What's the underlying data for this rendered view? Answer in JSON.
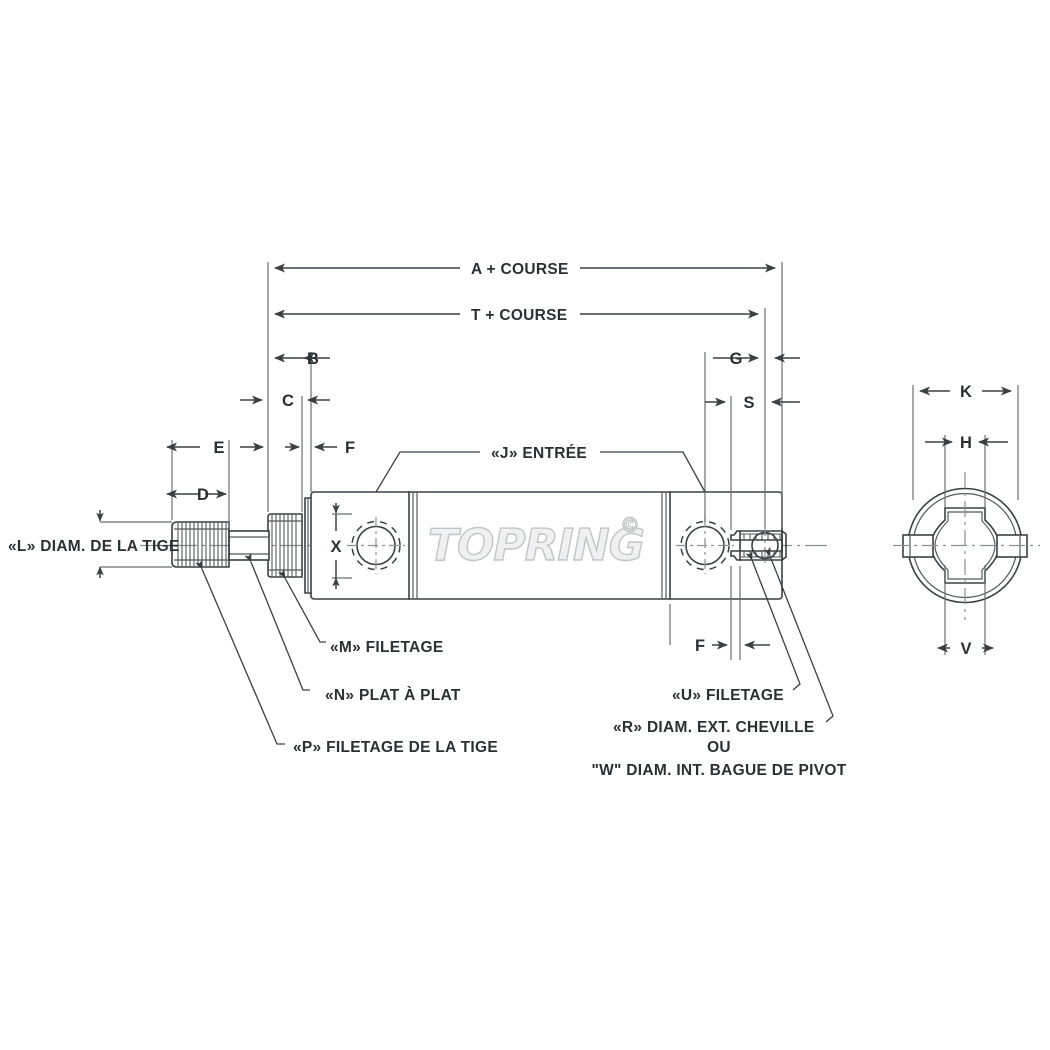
{
  "drawing": {
    "title": "Cylindre pneumatique - schema dimensionnel",
    "watermark": {
      "text": "TOPRING",
      "symbol": "©"
    },
    "colors": {
      "line": "#3b4043",
      "extension": "#6a6e71",
      "center": "#8b9093",
      "watermark_fill": "#f0f0f1",
      "watermark_stroke": "#c2c5c7",
      "background": "#ffffff"
    }
  },
  "dimensions": {
    "overall": [
      {
        "id": "a-course",
        "label": "A + COURSE"
      },
      {
        "id": "t-course",
        "label": "T + COURSE"
      }
    ],
    "left": [
      {
        "id": "b",
        "label": "B"
      },
      {
        "id": "c",
        "label": "C"
      },
      {
        "id": "e",
        "label": "E"
      },
      {
        "id": "f",
        "label": "F"
      },
      {
        "id": "d",
        "label": "D"
      },
      {
        "id": "x",
        "label": "X"
      }
    ],
    "right": [
      {
        "id": "g",
        "label": "G"
      },
      {
        "id": "s",
        "label": "S"
      },
      {
        "id": "f-right",
        "label": "F"
      }
    ],
    "endview": [
      {
        "id": "k",
        "label": "K"
      },
      {
        "id": "h",
        "label": "H"
      },
      {
        "id": "v",
        "label": "V"
      }
    ]
  },
  "callouts": {
    "rod_diameter": "«L» DIAM. DE LA TIGE",
    "inlet": "«J» ENTRÉE",
    "m_thread": "«M» FILETAGE",
    "n_flats": "«N» PLAT À PLAT",
    "p_rod_thread": "«P» FILETAGE DE LA TIGE",
    "u_thread": "«U» FILETAGE",
    "r_pin_od": "«R» DIAM. EXT. CHEVILLE",
    "or": "OU",
    "w_bushing_id": "\"W\" DIAM. INT. BAGUE DE PIVOT"
  }
}
